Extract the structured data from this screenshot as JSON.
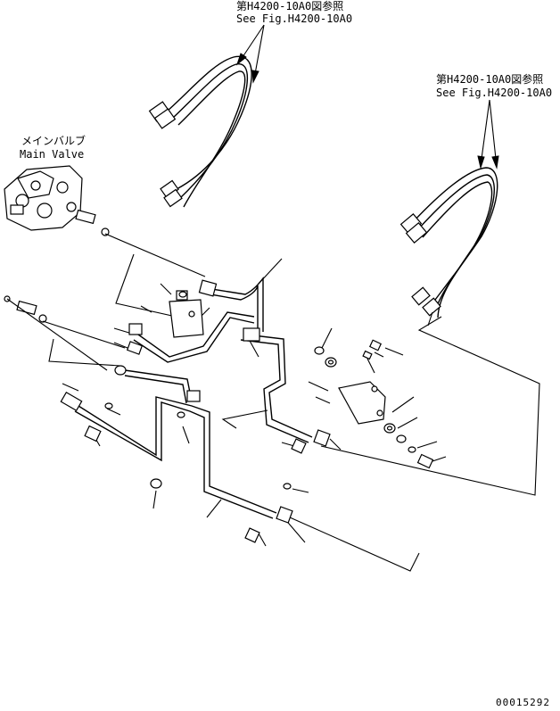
{
  "callouts": {
    "top": {
      "line1": "第H4200-10A0図参照",
      "line2": "See Fig.H4200-10A0"
    },
    "right": {
      "line1": "第H4200-10A0図参照",
      "line2": "See Fig.H4200-10A0"
    },
    "main_valve": {
      "jp": "メインバルブ",
      "en": "Main Valve"
    }
  },
  "drawing_number": "00015292"
}
